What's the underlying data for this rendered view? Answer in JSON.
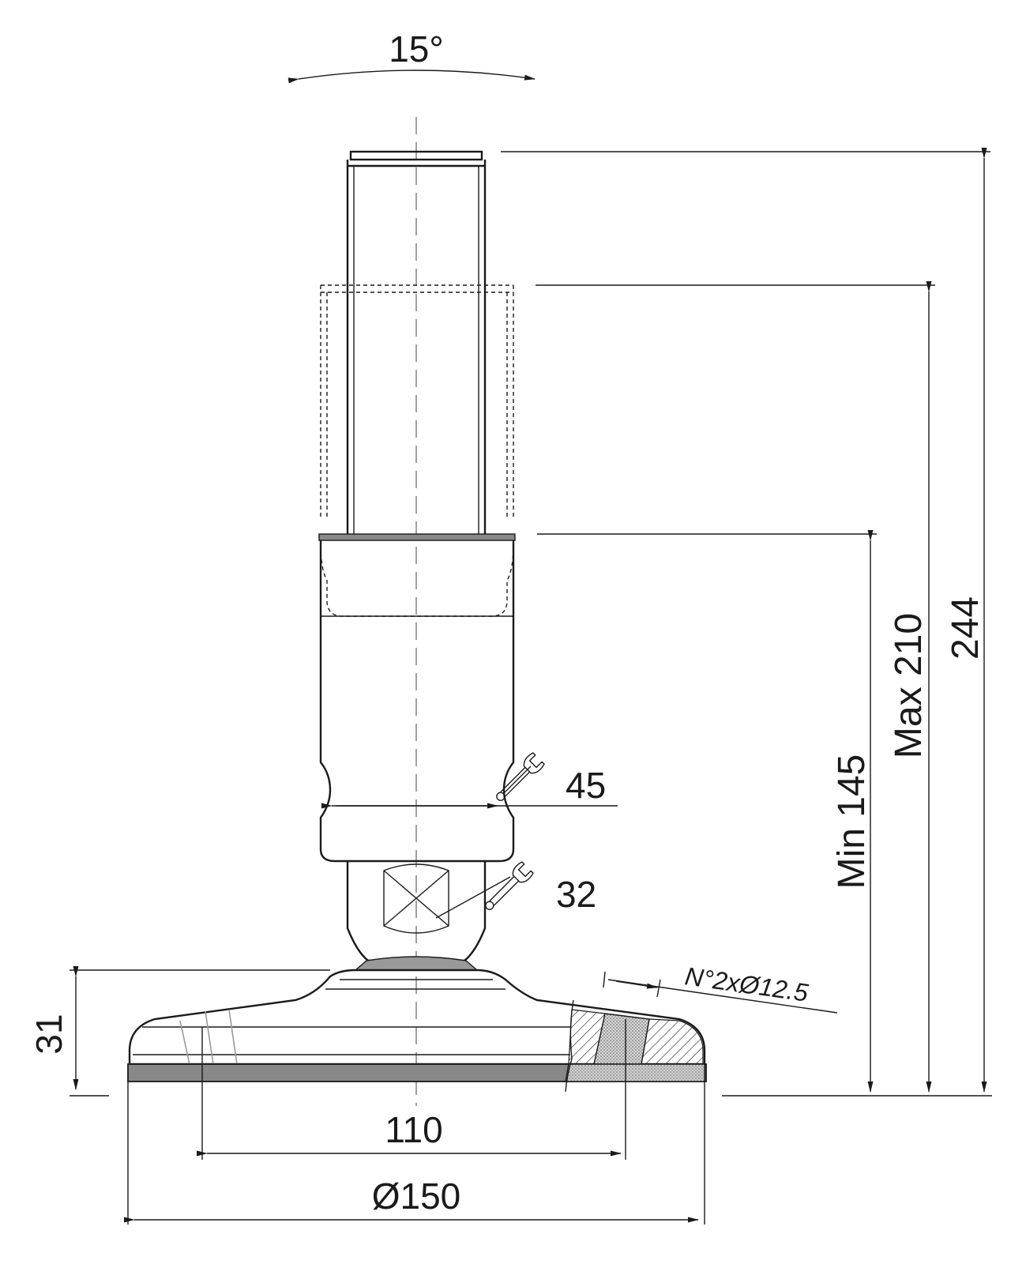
{
  "dimensions": {
    "angle": "15°",
    "total_height": "244",
    "max_height": "Max 210",
    "min_height": "Min 145",
    "wrench_upper": "45",
    "wrench_lower": "32",
    "holes": "N°2xØ12.5",
    "base_height": "31",
    "hole_spacing": "110",
    "base_diameter": "Ø150"
  },
  "colors": {
    "line": "#1a1a1a",
    "centerline": "#777777",
    "rubber_pad": "#888888",
    "section_fill": "#c8c8c8"
  },
  "icons": [
    "wrench-icon",
    "wrench-icon"
  ]
}
